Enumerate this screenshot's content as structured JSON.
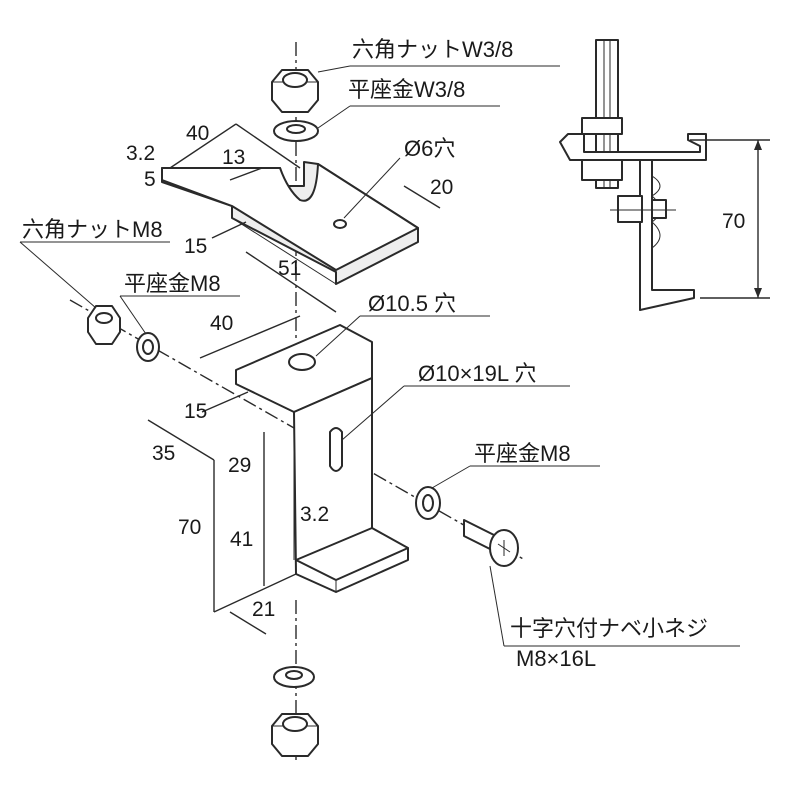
{
  "labels": {
    "hex_nut_w38": "六角ナットW3/8",
    "washer_w38": "平座金W3/8",
    "hole_6": "Ø6穴",
    "hex_nut_m8": "六角ナットM8",
    "washer_m8_left": "平座金M8",
    "hole_10_5": "Ø10.5 穴",
    "slot_10x19": "Ø10×19L 穴",
    "washer_m8_right": "平座金M8",
    "screw_name": "十字穴付ナベ小ネジ",
    "screw_size": "M8×16L"
  },
  "dimensions": {
    "plate_width": "40",
    "plate_thickness": "3.2",
    "plate_edge": "5",
    "slot_depth": "13",
    "hole_offset": "20",
    "slot_width": "15",
    "plate_length": "51",
    "bracket_width": "40",
    "bracket_hole_offset": "15",
    "bracket_depth": "35",
    "upper_height": "29",
    "total_height": "70",
    "lower_height": "41",
    "bracket_thickness": "3.2",
    "foot_length": "21",
    "side_view_height": "70"
  }
}
